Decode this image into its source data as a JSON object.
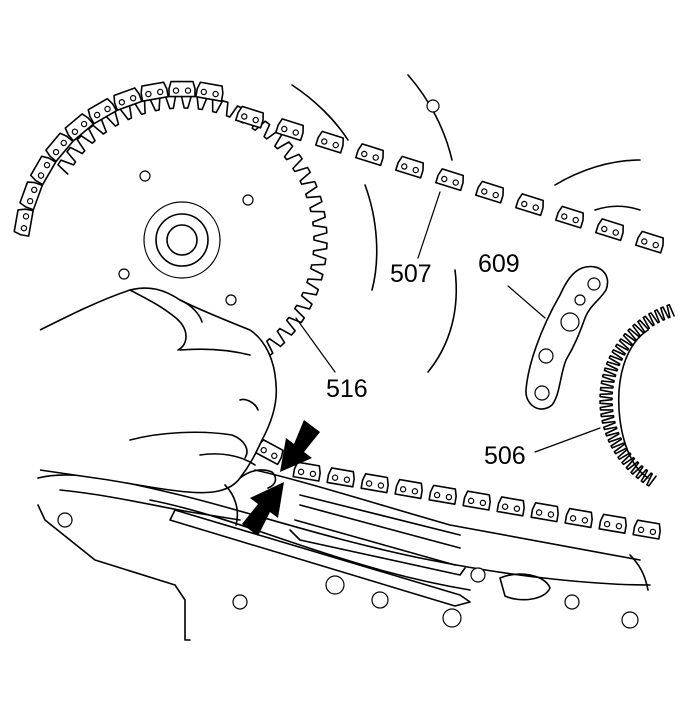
{
  "callouts": [
    {
      "id": "507",
      "label": "507"
    },
    {
      "id": "609",
      "label": "609"
    },
    {
      "id": "516",
      "label": "516"
    },
    {
      "id": "506",
      "label": "506"
    }
  ],
  "colors": {
    "line": "#000000",
    "background": "#ffffff"
  }
}
